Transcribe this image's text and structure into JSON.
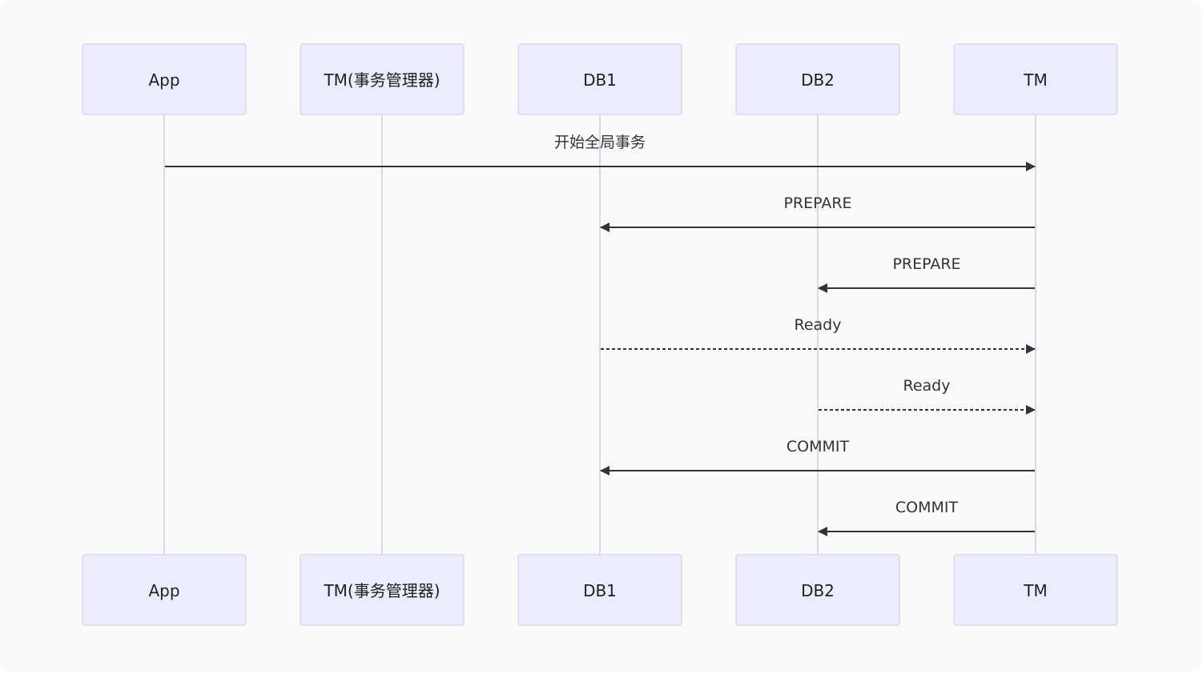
{
  "diagram": {
    "type": "sequence",
    "colors": {
      "actor_fill": "#ececff",
      "actor_stroke": "#dcd6f0",
      "lifeline": "#ddd3f5",
      "message": "#333333",
      "background": "#fafafa"
    },
    "actors": [
      {
        "id": "app",
        "label": "App"
      },
      {
        "id": "tm_cn",
        "label": "TM(事务管理器)"
      },
      {
        "id": "db1",
        "label": "DB1"
      },
      {
        "id": "db2",
        "label": "DB2"
      },
      {
        "id": "tm",
        "label": "TM"
      }
    ],
    "messages": [
      {
        "from": "app",
        "to": "tm",
        "label": "开始全局事务",
        "style": "solid"
      },
      {
        "from": "tm",
        "to": "db1",
        "label": "PREPARE",
        "style": "solid"
      },
      {
        "from": "tm",
        "to": "db2",
        "label": "PREPARE",
        "style": "solid"
      },
      {
        "from": "db1",
        "to": "tm",
        "label": "Ready",
        "style": "dashed"
      },
      {
        "from": "db2",
        "to": "tm",
        "label": "Ready",
        "style": "dashed"
      },
      {
        "from": "tm",
        "to": "db1",
        "label": "COMMIT",
        "style": "solid"
      },
      {
        "from": "tm",
        "to": "db2",
        "label": "COMMIT",
        "style": "solid"
      }
    ]
  }
}
